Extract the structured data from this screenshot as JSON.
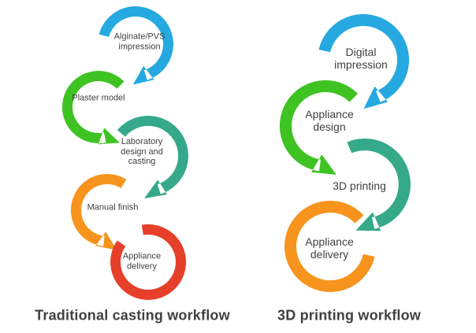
{
  "page": {
    "background": "#FFFFFF",
    "text_color": "#3F3F3F"
  },
  "left_workflow": {
    "title": "Traditional casting workflow",
    "steps": [
      {
        "label": "Alginate/PVS\nimpression",
        "color": "#25A9E0"
      },
      {
        "label": "Plaster model",
        "color": "#3EC322"
      },
      {
        "label": "Laboratory\ndesign and\ncasting",
        "color": "#35A98A"
      },
      {
        "label": "Manual finish",
        "color": "#F7941D"
      },
      {
        "label": "Appliance\ndelivery",
        "color": "#E6402A"
      }
    ]
  },
  "right_workflow": {
    "title": "3D printing workflow",
    "steps": [
      {
        "label": "Digital\nimpression",
        "color": "#25A9E0"
      },
      {
        "label": "Appliance\ndesign",
        "color": "#3EC322"
      },
      {
        "label": "3D printing",
        "color": "#35A98A"
      },
      {
        "label": "Appliance\ndelivery",
        "color": "#F7941D"
      }
    ]
  }
}
